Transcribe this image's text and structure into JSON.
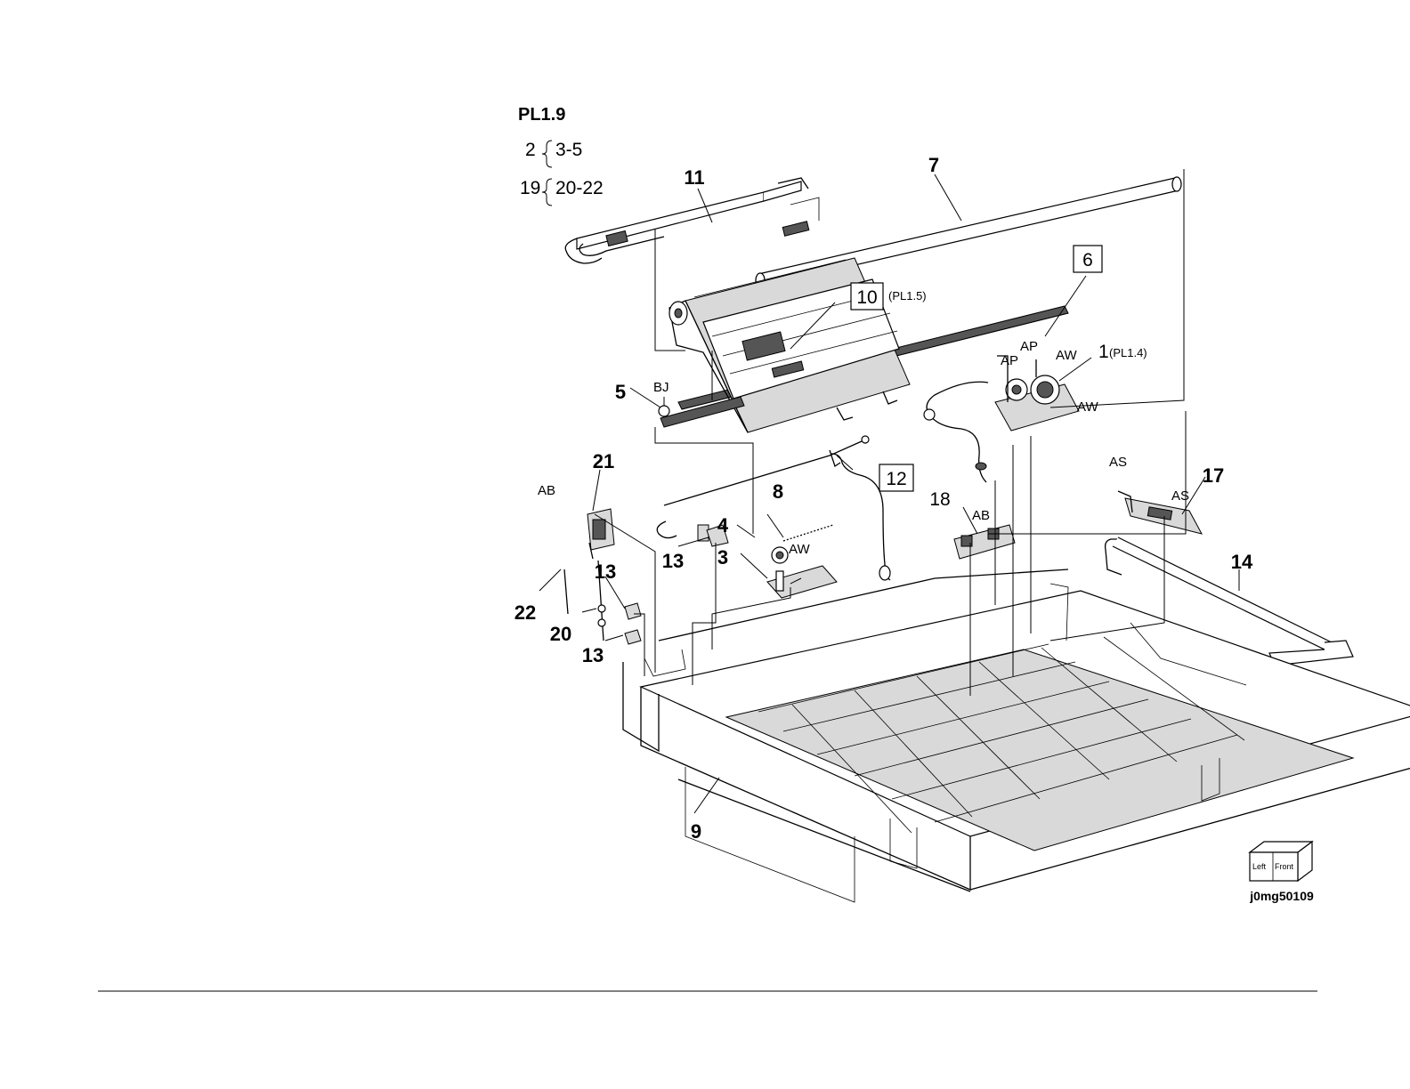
{
  "page_ref": "PL1.9",
  "groups": [
    {
      "parent": "2",
      "children": "3-5"
    },
    {
      "parent": "19",
      "children": "20-22"
    }
  ],
  "callouts": {
    "c1": "1",
    "c1_ref": "(PL1.4)",
    "c3": "3",
    "c4": "4",
    "c5": "5",
    "c6": "6",
    "c7": "7",
    "c8": "8",
    "c9": "9",
    "c10": "10",
    "c10_ref": "(PL1.5)",
    "c11": "11",
    "c12": "12",
    "c13a": "13",
    "c13b": "13",
    "c13c": "13",
    "c14": "14",
    "c17": "17",
    "c18": "18",
    "c20": "20",
    "c21": "21",
    "c22": "22"
  },
  "tags": {
    "bj": "BJ",
    "ab1": "AB",
    "ab2": "AB",
    "ap1": "AP",
    "ap2": "AP",
    "aw1": "AW",
    "aw2": "AW",
    "aw3": "AW",
    "as1": "AS",
    "as2": "AS"
  },
  "orientation_cube": {
    "left": "Left",
    "front": "Front"
  },
  "figure_id": "j0mg50109"
}
